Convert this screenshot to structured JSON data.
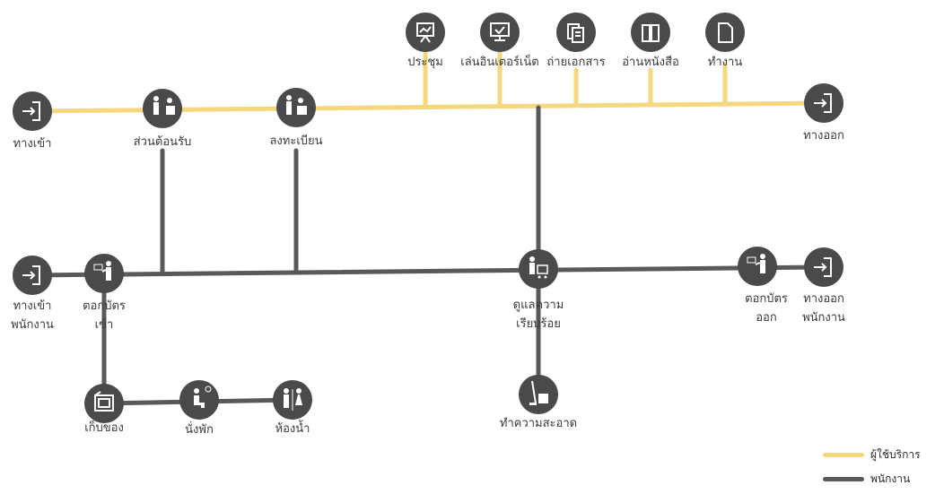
{
  "colors": {
    "visitor": "#f5d77e",
    "staff": "#58595b",
    "node": "#4a4a4c",
    "icon": "#ffffff"
  },
  "nodes": {
    "entrance": {
      "label": "ทางเข้า",
      "icon": "door-enter-icon"
    },
    "reception": {
      "label": "ส่วนต้อนรับ",
      "icon": "reception-desk-icon"
    },
    "register": {
      "label": "ลงทะเบียน",
      "icon": "registration-icon"
    },
    "meeting": {
      "label": "ประชุม",
      "icon": "presentation-board-icon"
    },
    "internet": {
      "label": "เล่นอินเตอร์เน็ต",
      "icon": "computer-monitor-icon"
    },
    "copy": {
      "label": "ถ่ายเอกสาร",
      "icon": "document-copy-icon"
    },
    "reading": {
      "label": "อ่านหนังสือ",
      "icon": "book-icon"
    },
    "work": {
      "label": "ทำงาน",
      "icon": "document-page-icon"
    },
    "exit": {
      "label": "ทางออก",
      "icon": "door-exit-icon"
    },
    "staff_entrance": {
      "label_1": "ทางเข้า",
      "label_2": "พนักงาน",
      "icon": "door-enter-icon"
    },
    "clock_in": {
      "label_1": "ตอกบัตร",
      "label_2": "เข้า",
      "icon": "time-clock-icon"
    },
    "care": {
      "label_1": "ดูแลความ",
      "label_2": "เรียบร้อย",
      "icon": "cleaning-cart-icon"
    },
    "clock_out": {
      "label_1": "ตอกบัตร",
      "label_2": "ออก",
      "icon": "time-clock-icon"
    },
    "staff_exit": {
      "label_1": "ทางออก",
      "label_2": "พนักงาน",
      "icon": "door-exit-icon"
    },
    "storage": {
      "label": "เก็บของ",
      "icon": "locker-icon"
    },
    "rest": {
      "label": "นั่งพัก",
      "icon": "seated-person-icon"
    },
    "restroom": {
      "label": "ห้องน้ำ",
      "icon": "restroom-icon"
    },
    "cleaning": {
      "label": "ทำความสะอาด",
      "icon": "mop-bucket-icon"
    }
  },
  "legend": {
    "visitor": "ผู้ใช้บริการ",
    "staff": "พนักงาน"
  }
}
